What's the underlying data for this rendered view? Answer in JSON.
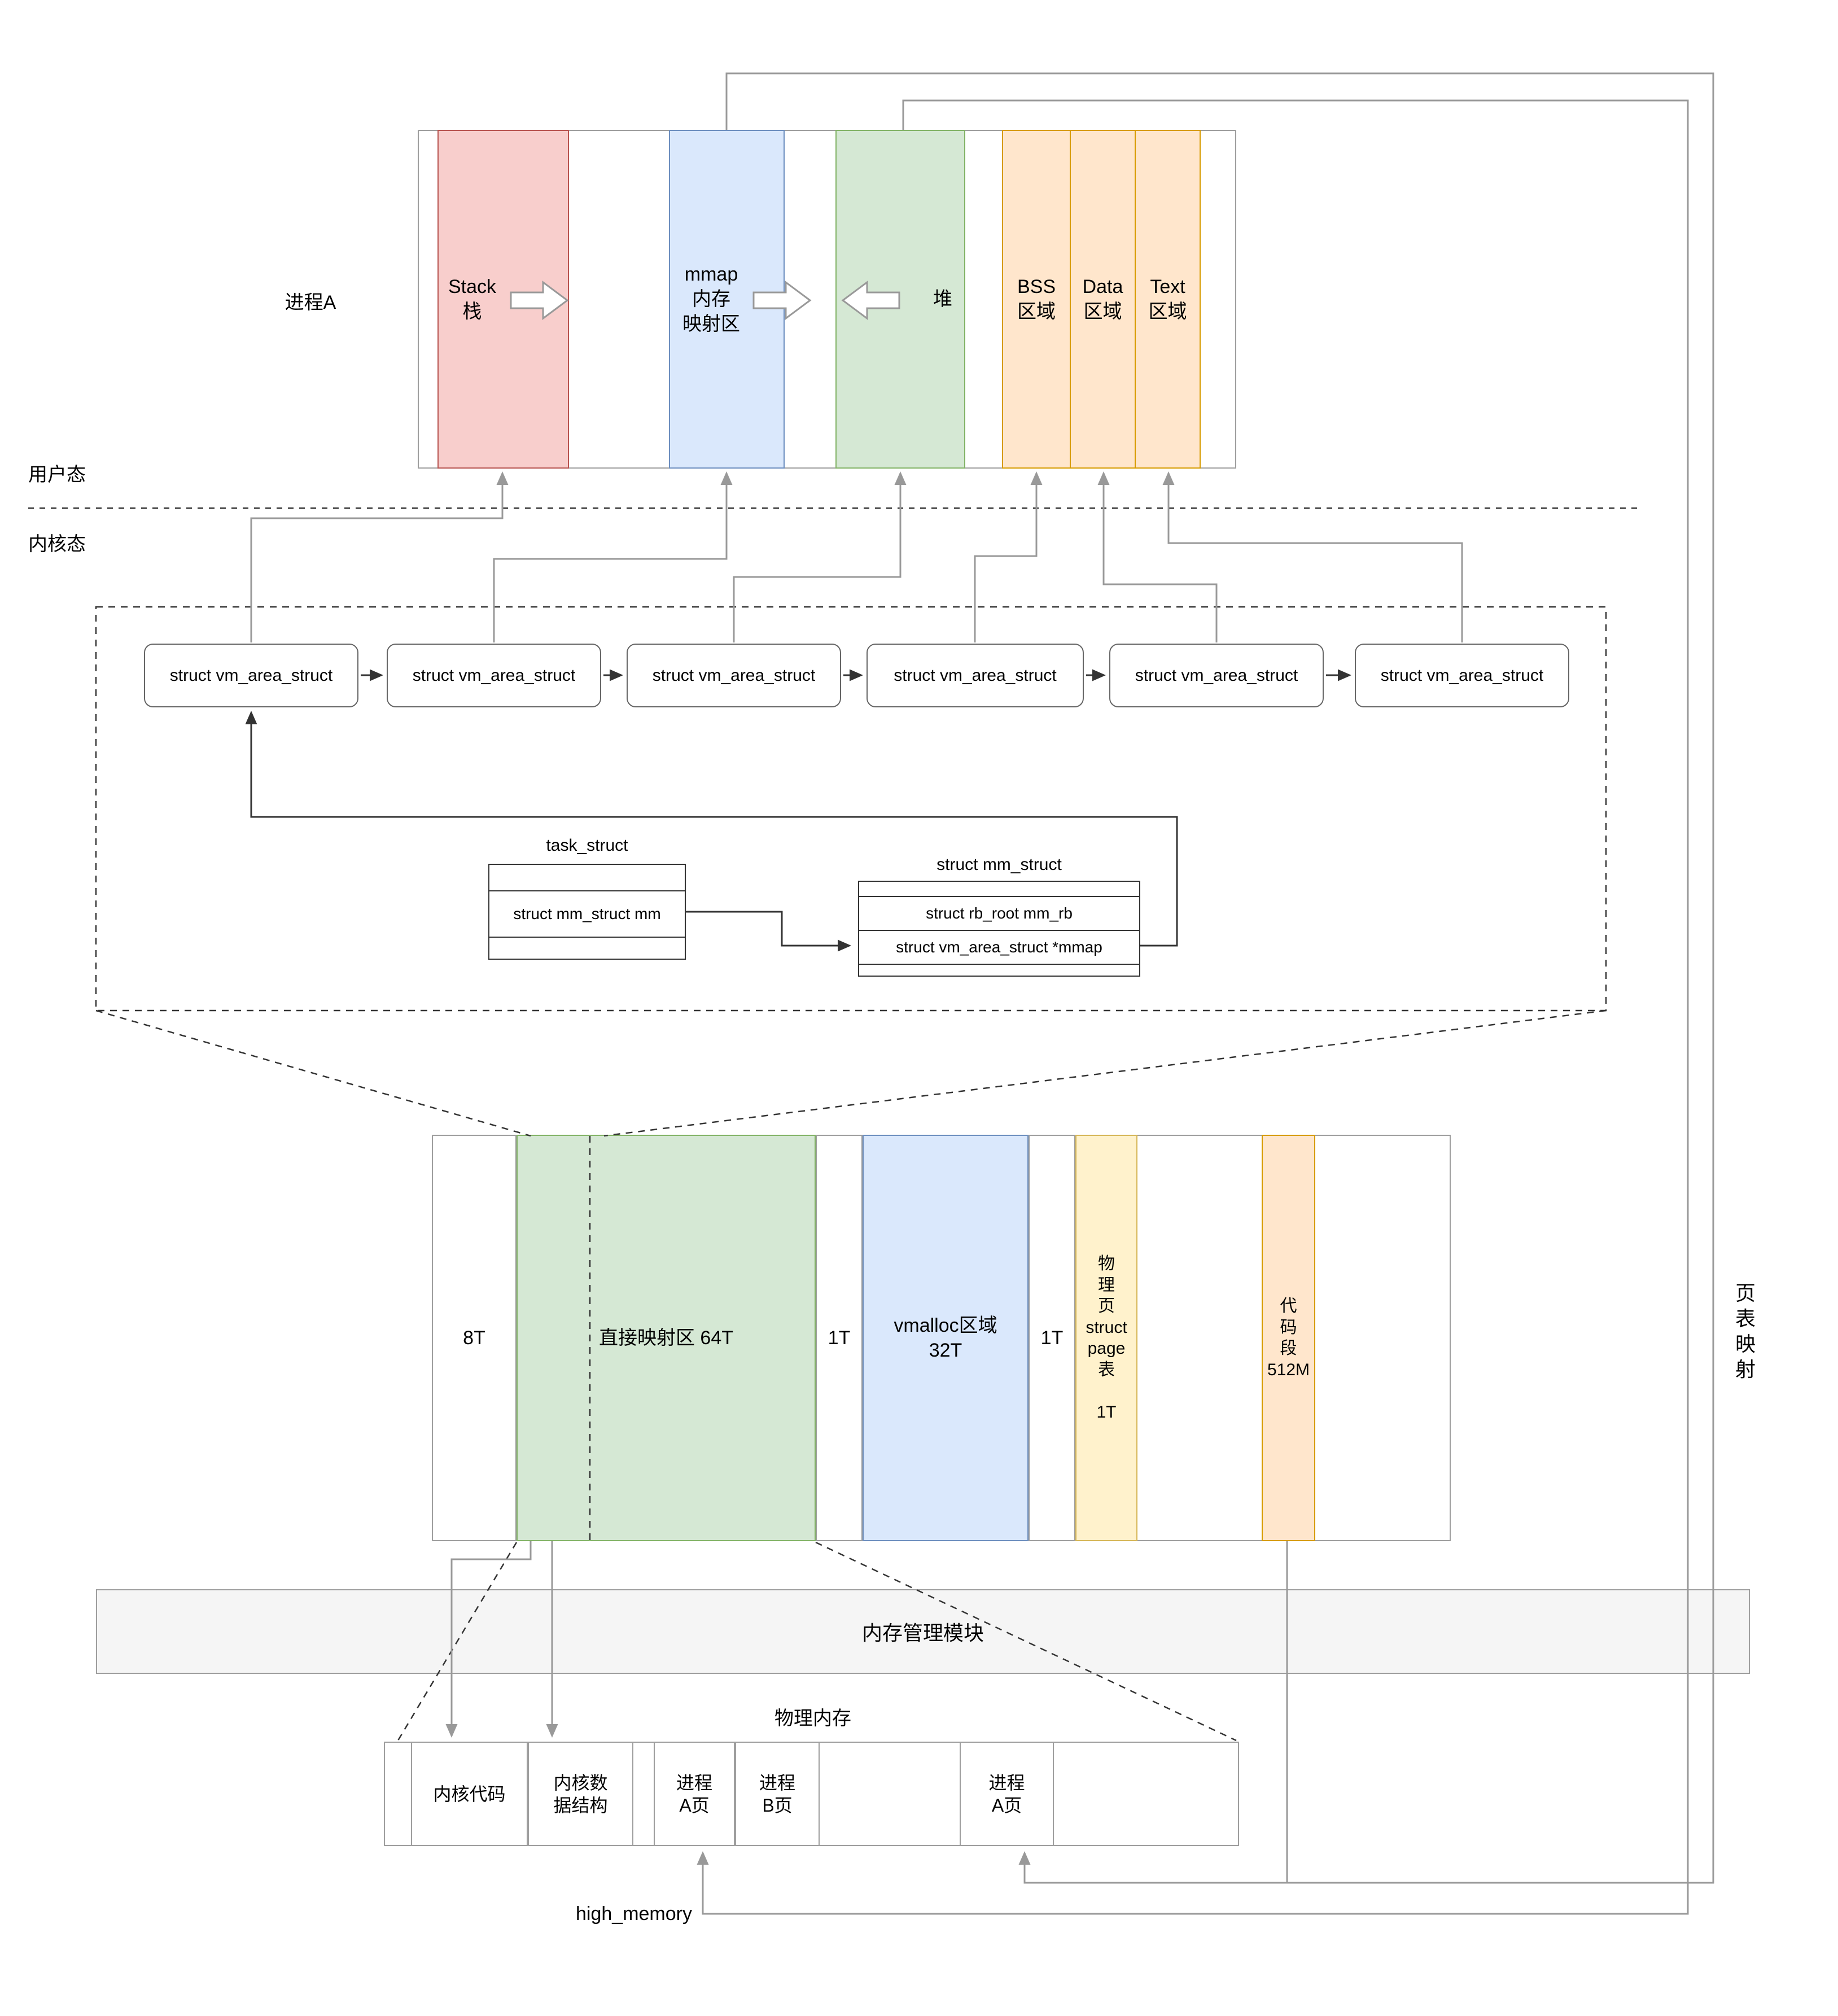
{
  "colors": {
    "stack_fill": "#f8cecc",
    "stack_border": "#b85450",
    "mmap_fill": "#dae8fc",
    "mmap_border": "#6c8ebf",
    "heap_fill": "#d5e8d4",
    "heap_border": "#82b366",
    "elf_fill": "#ffe6cc",
    "elf_border": "#d79b00",
    "page_fill": "#fff2cc",
    "page_border": "#d6b656",
    "module_fill": "#f5f5f5",
    "connector_gray": "#999999",
    "connector_black": "#333333"
  },
  "process_a": {
    "label": "进程A",
    "segments": [
      {
        "label": "Stack\n栈"
      },
      {
        "label": "mmap\n内存\n映射区"
      },
      {
        "label": "堆"
      },
      {
        "label": "BSS\n区域"
      },
      {
        "label": "Data\n区域"
      },
      {
        "label": "Text\n区域"
      }
    ]
  },
  "modes": {
    "user": "用户态",
    "kernel": "内核态"
  },
  "vma": {
    "label": "struct vm_area_struct"
  },
  "task_struct": {
    "title": "task_struct",
    "field": "struct mm_struct mm"
  },
  "mm_struct": {
    "title": "struct mm_struct",
    "field_rb": "struct rb_root mm_rb",
    "field_mmap": "struct vm_area_struct *mmap"
  },
  "kernel_space": {
    "cells": [
      {
        "label": "8T"
      },
      {
        "label": "直接映射区 64T"
      },
      {
        "label": "1T"
      },
      {
        "label": "vmalloc区域\n32T"
      },
      {
        "label": "1T"
      },
      {
        "label": "物\n理\n页\nstruct\npage\n表\n\n1T"
      },
      {
        "label": "代\n码\n段\n512M"
      }
    ]
  },
  "module": {
    "label": "内存管理模块"
  },
  "physical": {
    "title": "物理内存",
    "cells": [
      {
        "label": "内核代码"
      },
      {
        "label": "内核数\n据结构"
      },
      {
        "label": "进程\nA页"
      },
      {
        "label": "进程\nB页"
      },
      {
        "label": "进程\nA页"
      }
    ],
    "high_memory": "high_memory"
  },
  "page_table": {
    "label": "页\n表\n映\n射"
  }
}
